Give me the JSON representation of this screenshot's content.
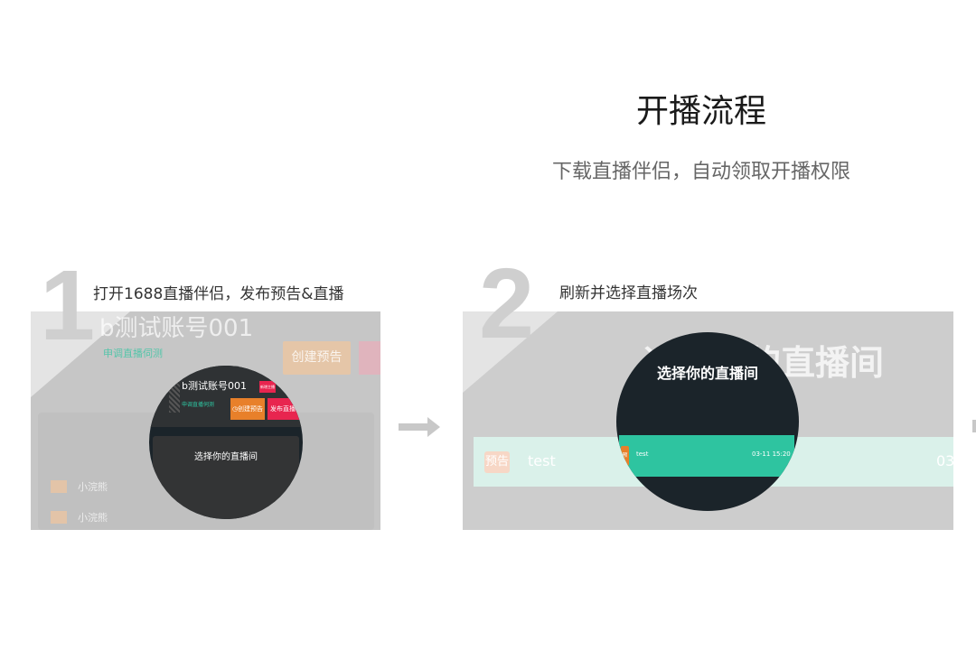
{
  "header": {
    "title": "开播流程",
    "subtitle": "下载直播伴侣，自动领取开播权限"
  },
  "steps": [
    {
      "number": "1",
      "label": "打开1688直播伴侣，发布预告&直播",
      "bg": {
        "account": "b测试账号001",
        "status": "申调直播伺测",
        "create_btn": "创建预告",
        "list": [
          "小浣熊",
          "小浣熊"
        ]
      },
      "zoom": {
        "account": "b测试账号001",
        "badge": "新增主播",
        "status": "申调直播伺测",
        "create_btn": "创建预告",
        "publish_btn": "发布直播",
        "panel_title": "选择你的直播间"
      }
    },
    {
      "number": "2",
      "label": "刷新并选择直播场次",
      "bg": {
        "title": "选择你的直播间",
        "row_badge": "预告",
        "row_name": "test",
        "row_time": "03"
      },
      "zoom": {
        "title": "选择你的直播间",
        "row_badge": "预告",
        "row_name": "test",
        "row_time": "03-11 15:20"
      }
    }
  ],
  "icons": {
    "arrow": "arrow-right-icon",
    "clock": "clock-icon"
  },
  "colors": {
    "orange": "#e8802a",
    "pink": "#e8254f",
    "green": "#2ec4a0"
  }
}
